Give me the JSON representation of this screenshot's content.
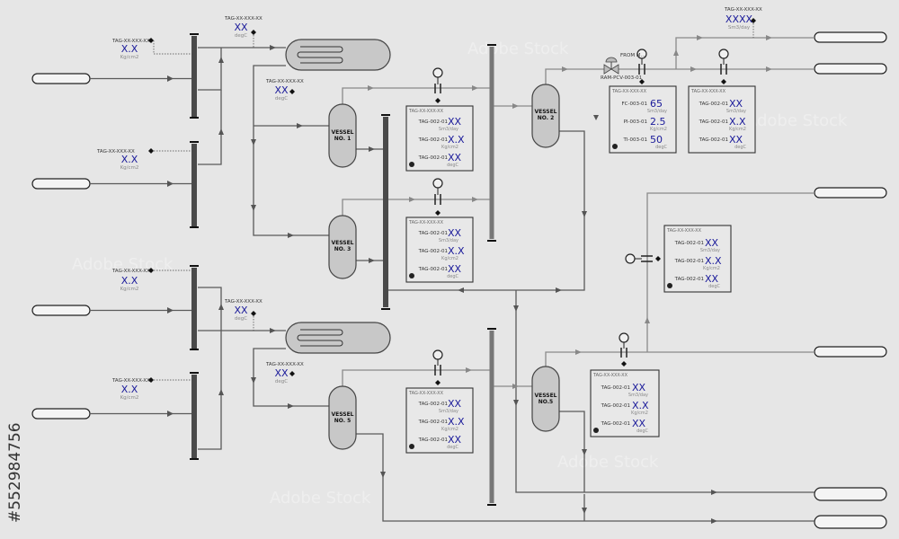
{
  "watermark": {
    "brand": "Adobe Stock",
    "side_id": "#552984756"
  },
  "vessels": [
    {
      "id": "v1",
      "line1": "VESSEL",
      "line2": "NO. 1"
    },
    {
      "id": "v2",
      "line1": "VESSEL",
      "line2": "NO. 2"
    },
    {
      "id": "v3",
      "line1": "VESSEL",
      "line2": "NO. 3"
    },
    {
      "id": "v5",
      "line1": "VESSEL",
      "line2": "NO. 5"
    },
    {
      "id": "v5b",
      "line1": "VESSEL",
      "line2": "NO.5"
    }
  ],
  "readouts": [
    {
      "tag": "TAG-XX-XXX-XX",
      "value": "X.X",
      "unit": "Kg/cm2"
    },
    {
      "tag": "TAG-XX-XXX-XX",
      "value": "XX",
      "unit": "degC"
    },
    {
      "tag": "TAG-XX-XXX-XX",
      "value": "XX",
      "unit": "degC"
    },
    {
      "tag": "TAG-XX-XXX-XX",
      "value": "X.X",
      "unit": "Kg/cm2"
    },
    {
      "tag": "TAG-XX-XXX-XX",
      "value": "X.X",
      "unit": "Kg/cm2"
    },
    {
      "tag": "TAG-XX-XXX-XX",
      "value": "XX",
      "unit": "degC"
    },
    {
      "tag": "TAG-XX-XXX-XX",
      "value": "XX",
      "unit": "degC"
    },
    {
      "tag": "TAG-XX-XXX-XX",
      "value": "X.X",
      "unit": "Kg/cm2"
    },
    {
      "tag": "TAG-XX-XXX-XX",
      "value": "XXXX",
      "unit": "Sm3/day"
    }
  ],
  "panels": [
    {
      "title": "TAG-XX-XXX-XX",
      "rows": [
        {
          "tag": "TAG-002-01",
          "value": "XX",
          "unit": "Sm3/day"
        },
        {
          "tag": "TAG-002-01",
          "value": "X.X",
          "unit": "Kg/cm2"
        },
        {
          "tag": "TAG-002-01",
          "value": "XX",
          "unit": "degC"
        }
      ]
    },
    {
      "title": "TAG-XX-XXX-XX",
      "rows": [
        {
          "tag": "TAG-002-01",
          "value": "XX",
          "unit": "Sm3/day"
        },
        {
          "tag": "TAG-002-01",
          "value": "X.X",
          "unit": "Kg/cm2"
        },
        {
          "tag": "TAG-002-01",
          "value": "XX",
          "unit": "degC"
        }
      ]
    },
    {
      "title": "TAG-XX-XXX-XX",
      "rows": [
        {
          "tag": "TAG-002-01",
          "value": "XX",
          "unit": "Sm3/day"
        },
        {
          "tag": "TAG-002-01",
          "value": "X.X",
          "unit": "Kg/cm2"
        },
        {
          "tag": "TAG-002-01",
          "value": "XX",
          "unit": "degC"
        }
      ]
    },
    {
      "title": "TAG-XX-XXX-XX",
      "rows": [
        {
          "tag": "FC-003-01",
          "value": "65",
          "unit": "Sm3/day"
        },
        {
          "tag": "PI-003-01",
          "value": "2.5",
          "unit": "Kg/cm2"
        },
        {
          "tag": "TI-003-01",
          "value": "50",
          "unit": "degC"
        }
      ]
    },
    {
      "title": "TAG-XX-XXX-XX",
      "rows": [
        {
          "tag": "TAG-002-01",
          "value": "XX",
          "unit": "Sm3/day"
        },
        {
          "tag": "TAG-002-01",
          "value": "X.X",
          "unit": "Kg/cm2"
        },
        {
          "tag": "TAG-002-01",
          "value": "XX",
          "unit": "degC"
        }
      ]
    },
    {
      "title": "TAG-XX-XXX-XX",
      "rows": [
        {
          "tag": "TAG-002-01",
          "value": "XX",
          "unit": "Sm3/day"
        },
        {
          "tag": "TAG-002-01",
          "value": "X.X",
          "unit": "Kg/cm2"
        },
        {
          "tag": "TAG-002-01",
          "value": "XX",
          "unit": "degC"
        }
      ]
    },
    {
      "title": "TAG-XX-XXX-XX",
      "rows": [
        {
          "tag": "TAG-002-01",
          "value": "XX",
          "unit": "Sm3/day"
        },
        {
          "tag": "TAG-002-01",
          "value": "X.X",
          "unit": "Kg/cm2"
        },
        {
          "tag": "TAG-002-01",
          "value": "XX",
          "unit": "degC"
        }
      ]
    }
  ],
  "valve": {
    "from_label": "FROM M...",
    "tag": "RAM-PCV-003-01"
  }
}
